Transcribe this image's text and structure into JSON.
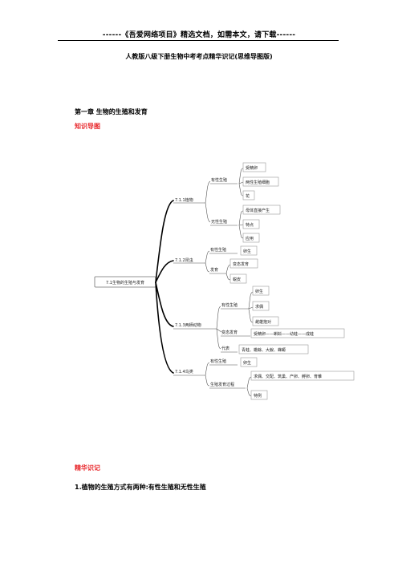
{
  "header": {
    "text": "------《吾爱网络项目》精选文档，如需本文，请下载------"
  },
  "document": {
    "title": "人教版八级下册生物中考考点精华识记(思维导图版)",
    "chapter": "第一章 生物的生殖和发育",
    "section_mindmap": "知识导图",
    "section_notes": "精华识记",
    "point_1": "1.植物的生殖方式有两种:有性生殖和无性生殖"
  },
  "mindmap": {
    "root": "7.1生物的生殖与发育",
    "branches": [
      {
        "label": "7.1.1植物",
        "groups": [
          {
            "label": "有性生殖",
            "items": [
              "受精卵",
              "两性生殖细胞",
              "花"
            ]
          },
          {
            "label": "无性生殖",
            "items": [
              "母体直接产生",
              "特点",
              "应用"
            ]
          }
        ]
      },
      {
        "label": "7.1.2昆虫",
        "groups": [
          {
            "label": "有性生殖",
            "items": [
              "卵生"
            ]
          },
          {
            "label": "发育",
            "items": [
              "变态发育",
              "蜕皮"
            ]
          }
        ]
      },
      {
        "label": "7.1.3两栖动物",
        "groups": [
          {
            "label": "有性生殖",
            "items": [
              "卵生",
              "求偶",
              "雌雄抱对"
            ]
          },
          {
            "label": "变态发育",
            "items": [
              "受精卵——蝌蚪——幼蛙——成蛙"
            ]
          },
          {
            "label": "代表",
            "items": [
              "青蛙、蟾蜍、大鲵、蝾螈"
            ]
          }
        ]
      },
      {
        "label": "7.1.4鸟类",
        "groups": [
          {
            "label": "有性生殖",
            "items": [
              "卵生"
            ]
          },
          {
            "label": "生殖发育过程",
            "items": [
              "求偶、交配、筑巢、产卵、孵卵、育雏",
              "特例"
            ]
          }
        ]
      }
    ]
  }
}
